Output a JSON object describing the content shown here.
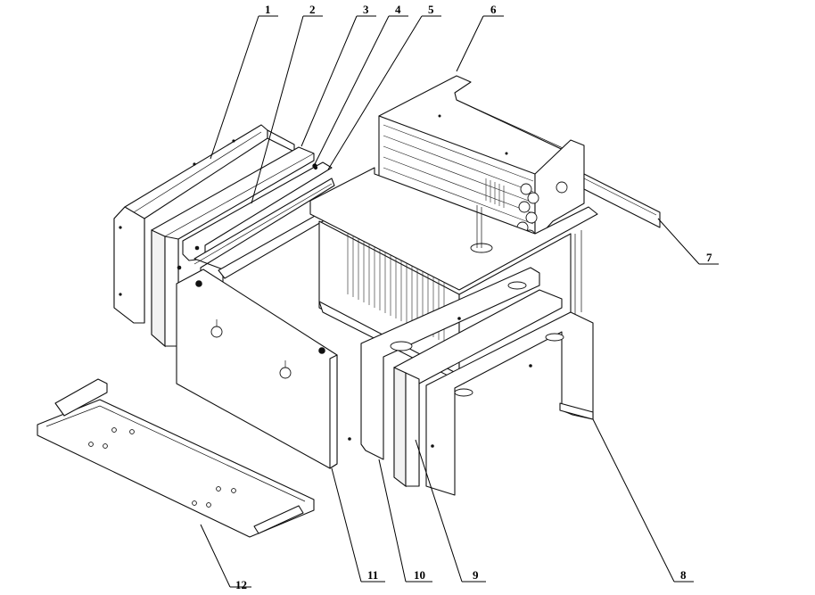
{
  "callouts": [
    {
      "id": "1",
      "label": "1",
      "part": "side-panel-left"
    },
    {
      "id": "2",
      "label": "2",
      "part": "left-insulation"
    },
    {
      "id": "3",
      "label": "3",
      "part": "left-inner-plate"
    },
    {
      "id": "4",
      "label": "4",
      "part": "fastener-screw"
    },
    {
      "id": "5",
      "label": "5",
      "part": "top-rail"
    },
    {
      "id": "6",
      "label": "6",
      "part": "top-cover"
    },
    {
      "id": "7",
      "label": "7",
      "part": "rear-strip"
    },
    {
      "id": "8",
      "label": "8",
      "part": "right-frame"
    },
    {
      "id": "9",
      "label": "9",
      "part": "right-insulation"
    },
    {
      "id": "10",
      "label": "10",
      "part": "right-inner-plate"
    },
    {
      "id": "11",
      "label": "11",
      "part": "front-door-panel"
    },
    {
      "id": "12",
      "label": "12",
      "part": "base-plate"
    }
  ]
}
